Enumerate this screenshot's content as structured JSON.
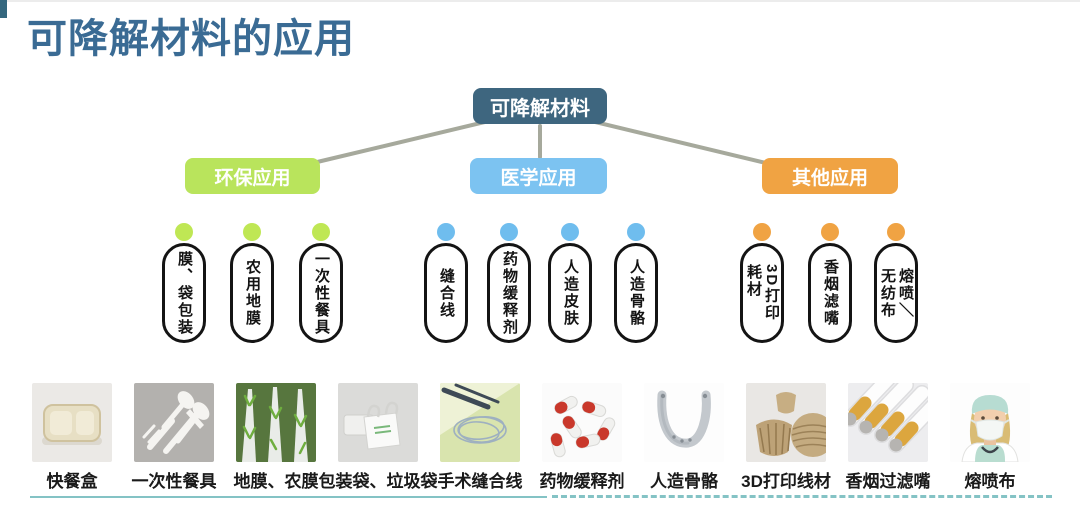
{
  "title": "可降解材料的应用",
  "tree": {
    "root": "可降解材料",
    "branches": [
      {
        "label": "环保应用",
        "color": "#b9e45c",
        "items": [
          "膜、袋包装",
          "农用地膜",
          "一次性餐具"
        ]
      },
      {
        "label": "医学应用",
        "color": "#7cc3f1",
        "items": [
          "缝合线",
          "药物缓释剂",
          "人造皮肤",
          "人造骨骼"
        ]
      },
      {
        "label": "其他应用",
        "color": "#f0a343",
        "items": [
          "3D打印\n耗材",
          "香烟滤嘴",
          "熔喷＼\n无纺布"
        ]
      }
    ]
  },
  "gallery": {
    "items": [
      {
        "caption": "快餐盒"
      },
      {
        "caption": "一次性餐具"
      },
      {
        "caption": "地膜、农膜"
      },
      {
        "caption": "包装袋、垃圾袋"
      },
      {
        "caption": "手术缝合线"
      },
      {
        "caption": "药物缓释剂"
      },
      {
        "caption": "人造骨骼"
      },
      {
        "caption": "3D打印线材"
      },
      {
        "caption": "香烟过滤嘴"
      },
      {
        "caption": "熔喷布"
      }
    ]
  },
  "colors": {
    "title": "#3a6b94",
    "root_bg": "#3e667f",
    "env_green": "#b9e45c",
    "med_blue": "#7cc3f1",
    "other_orange": "#f0a343",
    "connector": "#a6a99c",
    "footer_line": "#84c3c5"
  }
}
